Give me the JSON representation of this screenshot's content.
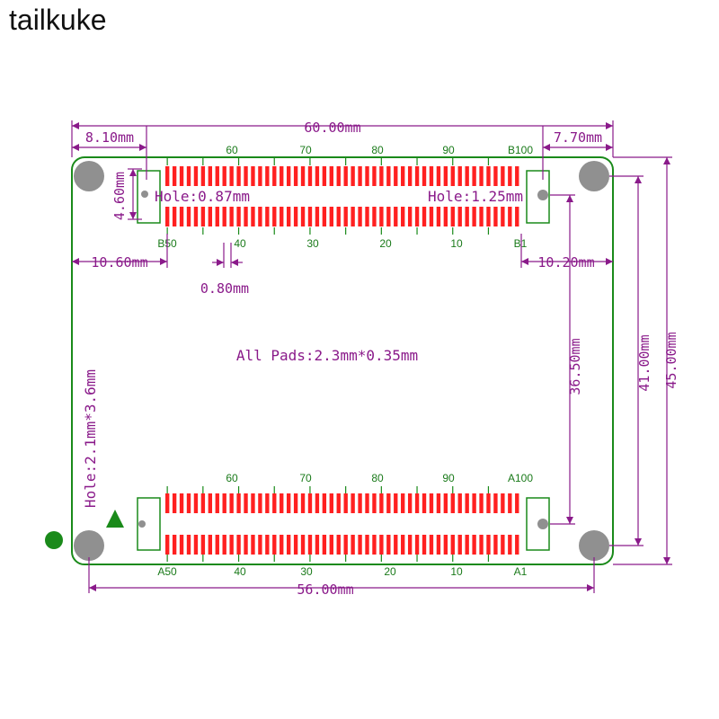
{
  "brand": "tailkuke",
  "dims": {
    "top_width": "60.00mm",
    "left_offset": "8.10mm",
    "right_offset": "7.70mm",
    "pad_height": "4.60mm",
    "left_pad_offset": "10.60mm",
    "right_pad_offset": "10.20mm",
    "pitch": "0.80mm",
    "all_pads": "All Pads:2.3mm*0.35mm",
    "hole_left": "Hole:0.87mm",
    "hole_right": "Hole:1.25mm",
    "mount_hole": "Hole:2.1mm*3.6mm",
    "bottom_width": "56.00mm",
    "h_36": "36.50mm",
    "h_41": "41.00mm",
    "h_45": "45.00mm"
  },
  "connector_b": {
    "top_labels": [
      "60",
      "70",
      "80",
      "90",
      "B100"
    ],
    "bottom_labels": [
      "B50",
      "40",
      "30",
      "20",
      "10",
      "B1"
    ]
  },
  "connector_a": {
    "top_labels": [
      "60",
      "70",
      "80",
      "90",
      "A100"
    ],
    "bottom_labels": [
      "A50",
      "40",
      "30",
      "20",
      "10",
      "A1"
    ]
  },
  "colors": {
    "board": "#1a8a1a",
    "pad": "#ff2020",
    "dimension": "#8a1a8a",
    "hole": "#909090"
  }
}
